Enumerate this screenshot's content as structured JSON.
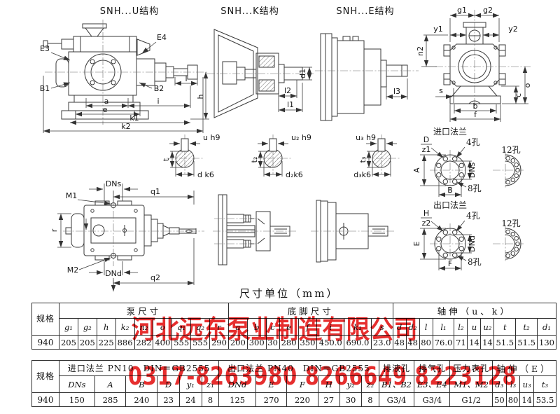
{
  "titles": {
    "u": "SNH...U结构",
    "k": "SNH...K结构",
    "e": "SNH...E结构"
  },
  "unit_note": "尺寸单位（mm）",
  "watermark": {
    "company": "河北远东泵业制造有限公司",
    "phone": "0317-8263980  8266649  8223128",
    "color": "#e31111"
  },
  "flange": {
    "inlet": "进口法兰",
    "outlet": "出口法兰",
    "h4": "4孔",
    "h8": "8孔",
    "h12": "12孔"
  },
  "dims": {
    "E3": "E3",
    "E4": "E4",
    "B1": "B1",
    "B2": "B2",
    "a": "a",
    "e": "e",
    "i": "i",
    "k1": "k1",
    "k2": "k2",
    "l": "l",
    "h": "h",
    "d1": "d1",
    "l1": "l1",
    "l2": "l2",
    "l3": "l3",
    "g1": "g1",
    "g2": "g2",
    "y1": "y1",
    "y2": "y2",
    "n2": "n2",
    "o": "o",
    "s": "s",
    "b": "b",
    "c": "c",
    "f": "f",
    "u": "u h9",
    "t": "t",
    "d": "d k6",
    "u2": "u₂ h9",
    "t2": "t₂",
    "d2": "d₂k6",
    "u3": "u₃ h9",
    "t3": "t₃",
    "d3": "d₃k6",
    "DNs": "DNs",
    "DNd": "DNd",
    "M1": "M1",
    "M2": "M2",
    "q1": "q1",
    "q2": "q2",
    "r": "r",
    "D": "D",
    "z1": "z1",
    "A": "A",
    "B": "B",
    "H": "H",
    "z2": "z2",
    "E": "E",
    "F": "F"
  },
  "table1": {
    "spec_header": "规格",
    "groups": [
      {
        "label": "泵尺寸",
        "span": 9
      },
      {
        "label": "底脚尺寸",
        "span": 8
      },
      {
        "label": "轴伸（u、k）",
        "span": 10
      }
    ],
    "columns": [
      "g₁",
      "g₂",
      "h",
      "k₂",
      "n₂",
      "o",
      "q₁",
      "q₂",
      "r",
      "a",
      "b",
      "c",
      "e",
      "f",
      "i",
      "k₁",
      "s",
      "d",
      "d₂",
      "l",
      "l₁",
      "l₂",
      "u",
      "u₂",
      "t",
      "t₂",
      "d₁"
    ],
    "rows": [
      [
        "940",
        "205",
        "205",
        "225",
        "886",
        "282",
        "400",
        "555",
        "555",
        "290",
        "200",
        "300",
        "30",
        "280",
        "350",
        "450.0",
        "690.0",
        "23.0",
        "48",
        "48",
        "80",
        "76.0",
        "71",
        "14",
        "14",
        "51.5",
        "51.5",
        "130"
      ]
    ]
  },
  "table2": {
    "spec_header": "规格",
    "groups": [
      {
        "label": "进口法兰 PN10　DIN＝GB2555",
        "span": 6
      },
      {
        "label": "出口法兰 PN40　DIN＝GB2555",
        "span": 6
      },
      {
        "label": "排液孔",
        "span": 1
      },
      {
        "label": "排气孔",
        "span": 1
      },
      {
        "label": "压力表孔",
        "span": 1
      },
      {
        "label": "轴伸（E）",
        "span": 4
      }
    ],
    "columns": [
      "DNs",
      "A",
      "B",
      "D",
      "y₁",
      "z₁",
      "DNd",
      "E",
      "F",
      "H",
      "y₂",
      "z₂",
      "B1、B2",
      "E3、E4",
      "M1、M2",
      "d₃",
      "l₃",
      "u₃",
      "t₃"
    ],
    "rows": [
      [
        "940",
        "150",
        "285",
        "240",
        "23",
        "24",
        "8",
        "125",
        "270",
        "220",
        "27",
        "30",
        "8",
        "G3/4",
        "G3/4",
        "G1/2",
        "50",
        "80",
        "14",
        "53.5"
      ]
    ]
  }
}
